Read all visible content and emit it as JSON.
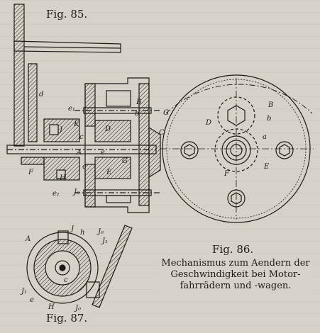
{
  "figures": {
    "fig85": {
      "label": "Fig. 85."
    },
    "fig86": {
      "label": "Fig. 86."
    },
    "fig87": {
      "label": "Fig. 87."
    }
  },
  "caption": {
    "lines": [
      "Mechanismus zum Aendern der",
      "Geschwindigkeit bei Motor-",
      "fahrrädern und -wagen."
    ]
  },
  "labels": {
    "fig85": [
      "d",
      "e₁",
      "K",
      "B",
      "b",
      "J",
      "D",
      "c",
      "C",
      "A",
      "e",
      "F",
      "G",
      "c",
      "H",
      "J₀",
      "e₁",
      "C",
      "E"
    ],
    "fig86": [
      "G",
      "B",
      "D",
      "b",
      "a",
      "F",
      "E"
    ],
    "fig87": [
      "A",
      "J",
      "h",
      "J₀",
      "J₁",
      "J₁",
      "e",
      "H",
      "J₀",
      "c"
    ]
  },
  "colors": {
    "paper": "#d7d2c8",
    "ink": "#1c1a17"
  }
}
